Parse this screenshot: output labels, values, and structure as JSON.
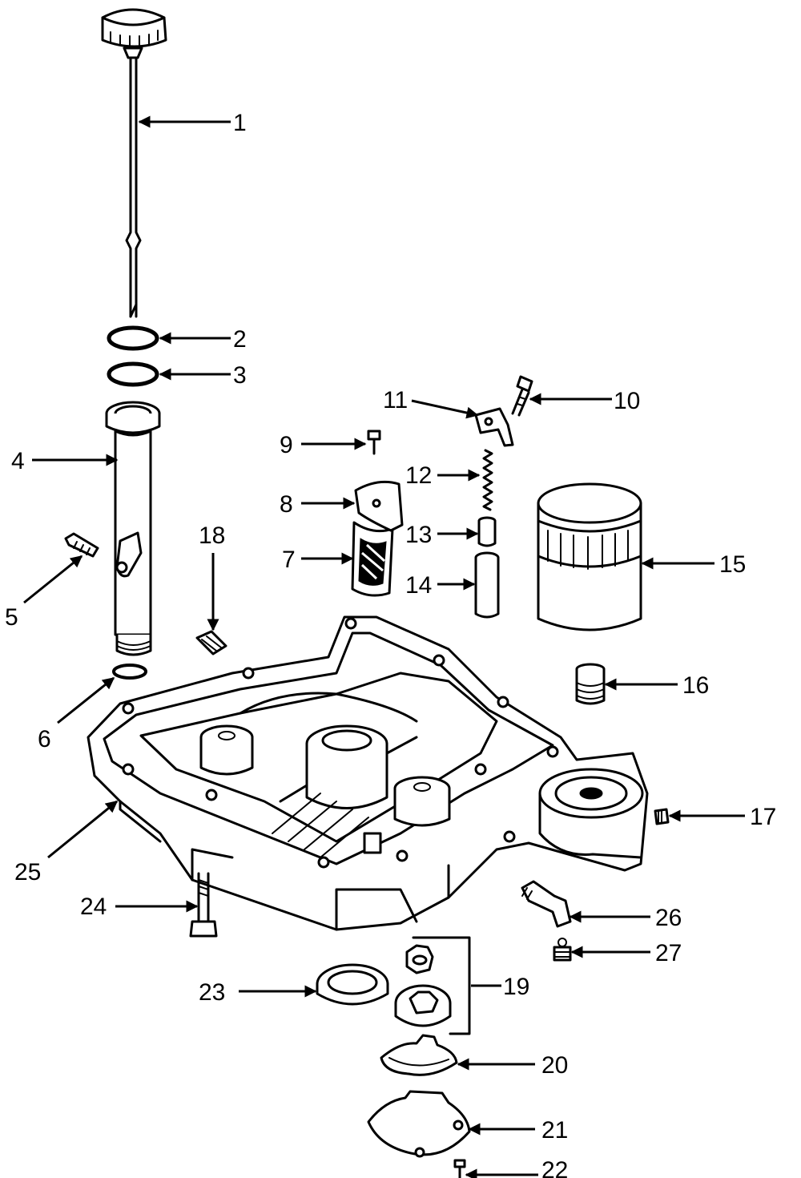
{
  "callouts": [
    {
      "id": "c1",
      "label": "1"
    },
    {
      "id": "c2",
      "label": "2"
    },
    {
      "id": "c3",
      "label": "3"
    },
    {
      "id": "c4",
      "label": "4"
    },
    {
      "id": "c5",
      "label": "5"
    },
    {
      "id": "c6",
      "label": "6"
    },
    {
      "id": "c7",
      "label": "7"
    },
    {
      "id": "c8",
      "label": "8"
    },
    {
      "id": "c9",
      "label": "9"
    },
    {
      "id": "c10",
      "label": "10"
    },
    {
      "id": "c11",
      "label": "11"
    },
    {
      "id": "c12",
      "label": "12"
    },
    {
      "id": "c13",
      "label": "13"
    },
    {
      "id": "c14",
      "label": "14"
    },
    {
      "id": "c15",
      "label": "15"
    },
    {
      "id": "c16",
      "label": "16"
    },
    {
      "id": "c17",
      "label": "17"
    },
    {
      "id": "c18",
      "label": "18"
    },
    {
      "id": "c19",
      "label": "19"
    },
    {
      "id": "c20",
      "label": "20"
    },
    {
      "id": "c21",
      "label": "21"
    },
    {
      "id": "c22",
      "label": "22"
    },
    {
      "id": "c23",
      "label": "23"
    },
    {
      "id": "c24",
      "label": "24"
    },
    {
      "id": "c25",
      "label": "25"
    },
    {
      "id": "c26",
      "label": "26"
    },
    {
      "id": "c27",
      "label": "27"
    }
  ],
  "colors": {
    "ink": "#000000",
    "paper": "#ffffff"
  }
}
